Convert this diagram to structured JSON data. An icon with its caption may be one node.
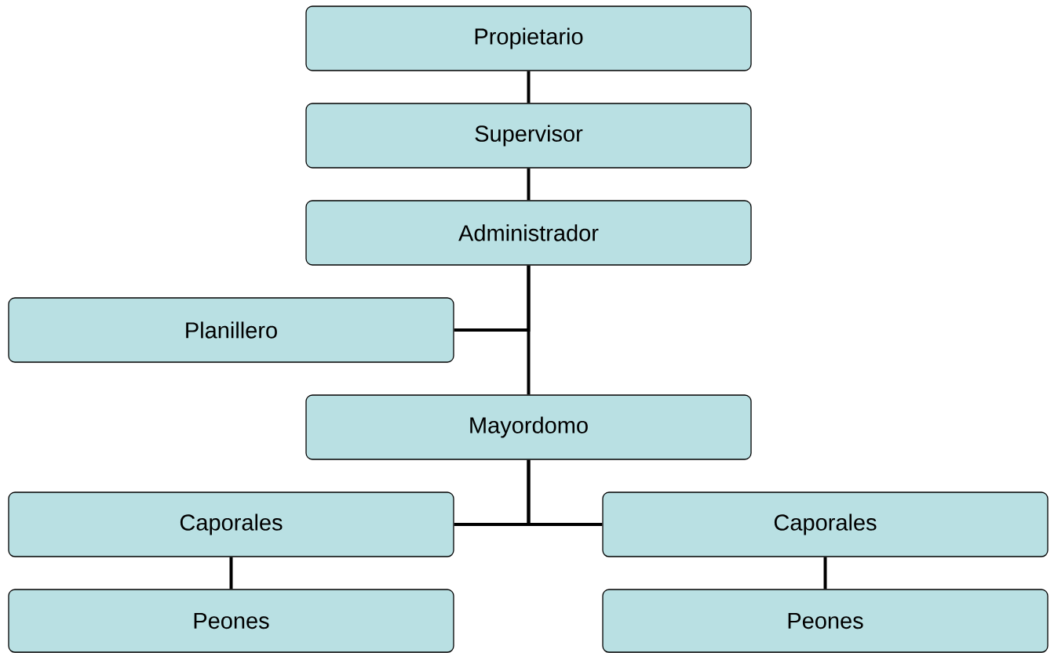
{
  "diagram": {
    "nodes": [
      {
        "text": [
          "Propietario"
        ]
      },
      {
        "text": [
          "Supervisor"
        ]
      },
      {
        "text": [
          "Administrador"
        ]
      },
      {
        "text": [
          "Planillero"
        ]
      },
      {
        "text": [
          "Mayordomo"
        ]
      },
      {
        "text": [
          "Caporales"
        ]
      },
      {
        "text": [
          "Caporales"
        ]
      },
      {
        "text": [
          "Peones"
        ]
      },
      {
        "text": [
          "Peones"
        ]
      }
    ],
    "edges": [
      {
        "from": 0,
        "to": 1,
        "arrow": "none"
      },
      {
        "from": 1,
        "to": 2,
        "arrow": "none"
      },
      {
        "from": 2,
        "to": 4,
        "arrow": "none"
      },
      {
        "from": 2,
        "to": 3,
        "arrow": "none"
      },
      {
        "from": 4,
        "to": 5,
        "arrow": "none"
      },
      {
        "from": 4,
        "to": 6,
        "arrow": "none"
      },
      {
        "from": 5,
        "to": 7,
        "arrow": "none"
      },
      {
        "from": 6,
        "to": 8,
        "arrow": "none"
      }
    ]
  }
}
